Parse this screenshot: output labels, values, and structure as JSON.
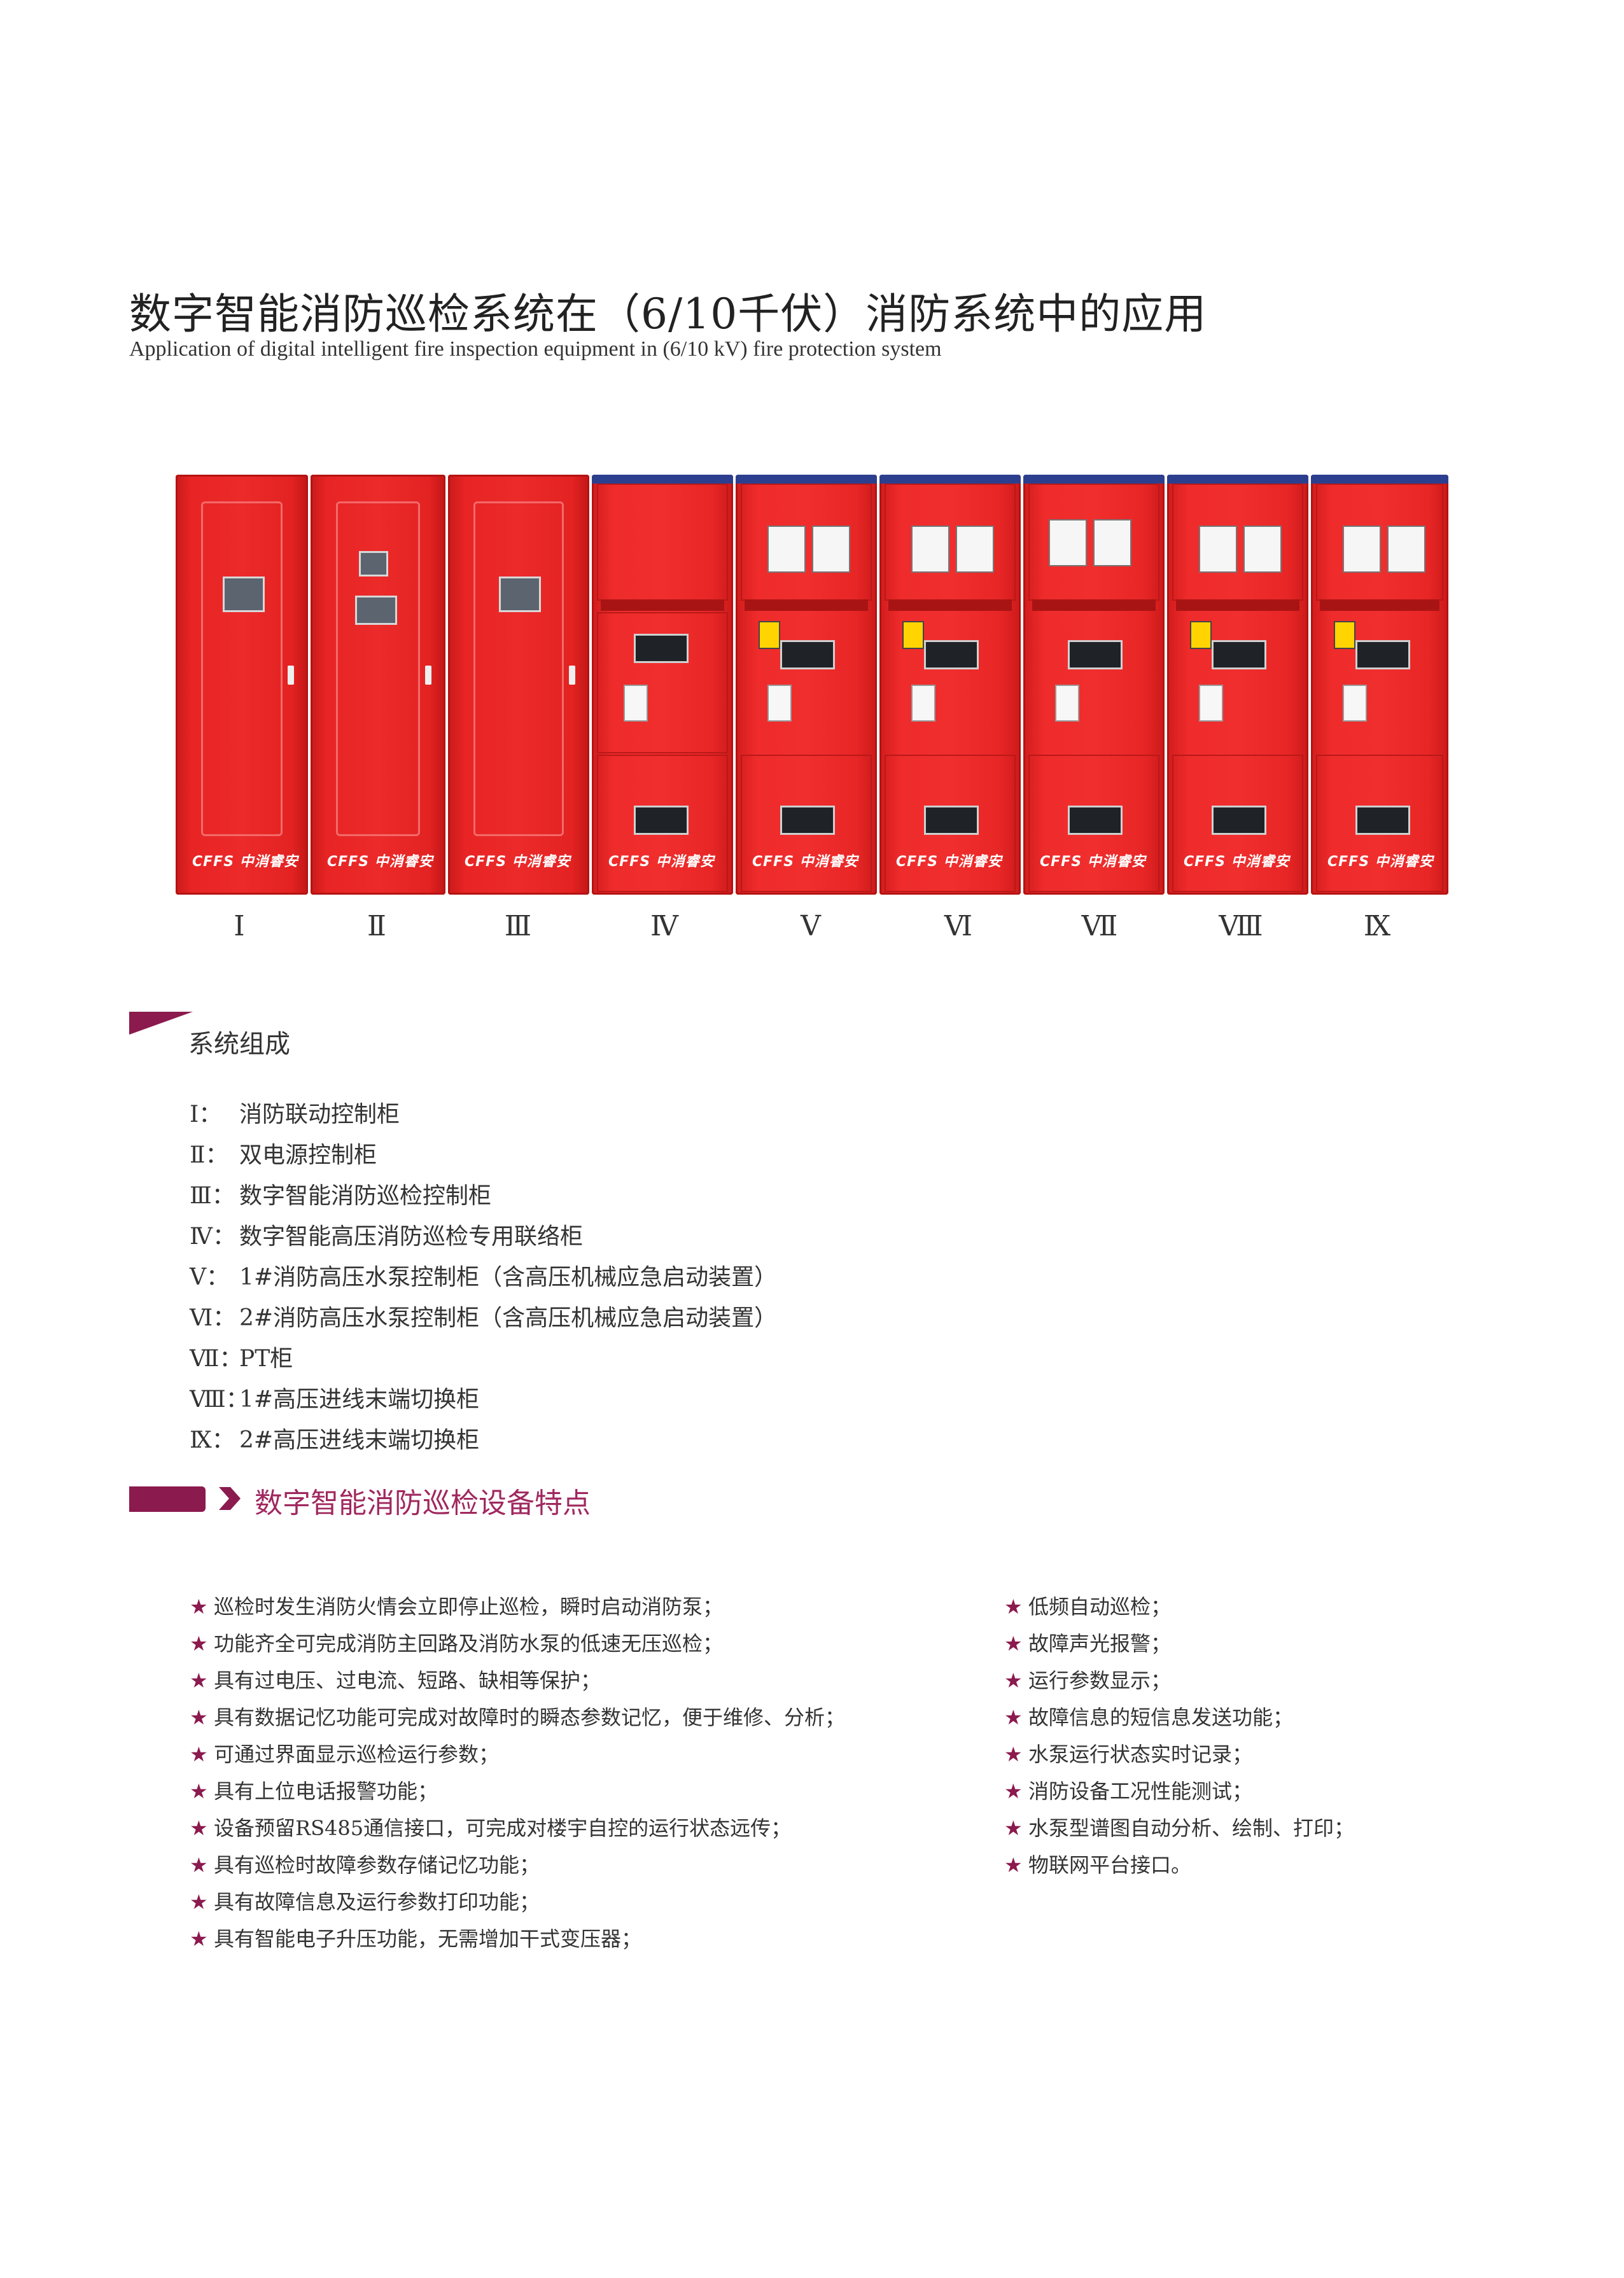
{
  "header": {
    "title": "数字智能消防巡检系统在（6/10千伏）消防系统中的应用",
    "subtitle": "Application of digital intelligent fire inspection equipment in (6/10 kV) fire protection system"
  },
  "colors": {
    "cabinet_red": "#e82424",
    "accent": "#8b1a4e",
    "section_title": "#a0285f",
    "top_bar_blue": "#2c3f8f"
  },
  "cabinet_logo": "CFFS 中消睿安",
  "cabinets": [
    "Ⅰ",
    "Ⅱ",
    "Ⅲ",
    "Ⅳ",
    "Ⅴ",
    "Ⅵ",
    "Ⅶ",
    "Ⅷ",
    "Ⅸ"
  ],
  "system_composition": {
    "heading": "系统组成",
    "items": [
      {
        "code": "Ⅰ：",
        "text": "消防联动控制柜"
      },
      {
        "code": "Ⅱ：",
        "text": "双电源控制柜"
      },
      {
        "code": "Ⅲ：",
        "text": "数字智能消防巡检控制柜"
      },
      {
        "code": "Ⅳ：",
        "text": "数字智能高压消防巡检专用联络柜"
      },
      {
        "code": "Ⅴ：",
        "text": "1#消防高压水泵控制柜（含高压机械应急启动装置）"
      },
      {
        "code": "Ⅵ：",
        "text": "2#消防高压水泵控制柜（含高压机械应急启动装置）"
      },
      {
        "code": "Ⅶ：",
        "text": "PT柜"
      },
      {
        "code": "Ⅷ：",
        "text": "1#高压进线末端切换柜"
      },
      {
        "code": "Ⅸ：",
        "text": "2#高压进线末端切换柜"
      }
    ]
  },
  "features": {
    "heading": "数字智能消防巡检设备特点",
    "left": [
      "巡检时发生消防火情会立即停止巡检，瞬时启动消防泵；",
      "功能齐全可完成消防主回路及消防水泵的低速无压巡检；",
      "具有过电压、过电流、短路、缺相等保护；",
      "具有数据记忆功能可完成对故障时的瞬态参数记忆，便于维修、分析；",
      "可通过界面显示巡检运行参数；",
      "具有上位电话报警功能；",
      "设备预留RS485通信接口，可完成对楼宇自控的运行状态远传；",
      "具有巡检时故障参数存储记忆功能；",
      "具有故障信息及运行参数打印功能；",
      "具有智能电子升压功能，无需增加干式变压器；"
    ],
    "right": [
      "低频自动巡检；",
      "故障声光报警；",
      "运行参数显示；",
      "故障信息的短信息发送功能；",
      "水泵运行状态实时记录；",
      "消防设备工况性能测试；",
      "水泵型谱图自动分析、绘制、打印；",
      "物联网平台接口。"
    ]
  }
}
